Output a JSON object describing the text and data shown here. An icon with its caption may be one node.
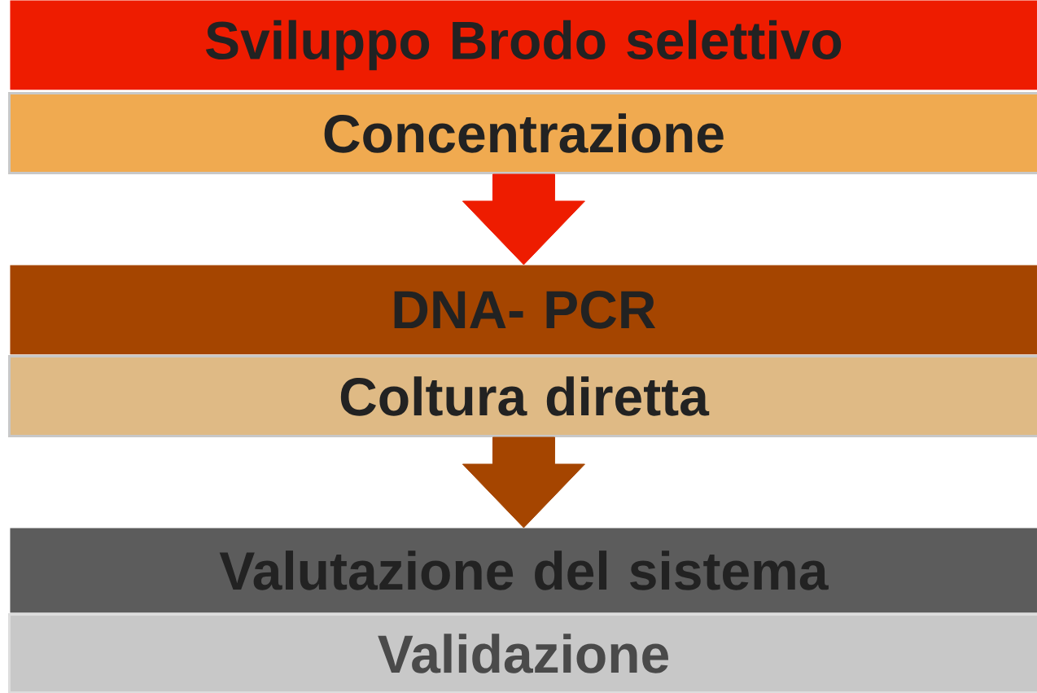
{
  "diagram": {
    "nodes": [
      {
        "text": [
          "Sviluppo Brodo selettivo"
        ]
      },
      {
        "text": [
          "Concentrazione"
        ]
      },
      {
        "text": [
          "DNA- PCR"
        ]
      },
      {
        "text": [
          "Coltura diretta"
        ]
      },
      {
        "text": [
          "Valutazione del sistema"
        ]
      },
      {
        "text": [
          "Validazione"
        ]
      }
    ],
    "edges": [
      {
        "from": 1,
        "to": 2,
        "arrow": "to",
        "color": "#ee1c00"
      },
      {
        "from": 3,
        "to": 4,
        "arrow": "to",
        "color": "#a54500"
      }
    ]
  }
}
